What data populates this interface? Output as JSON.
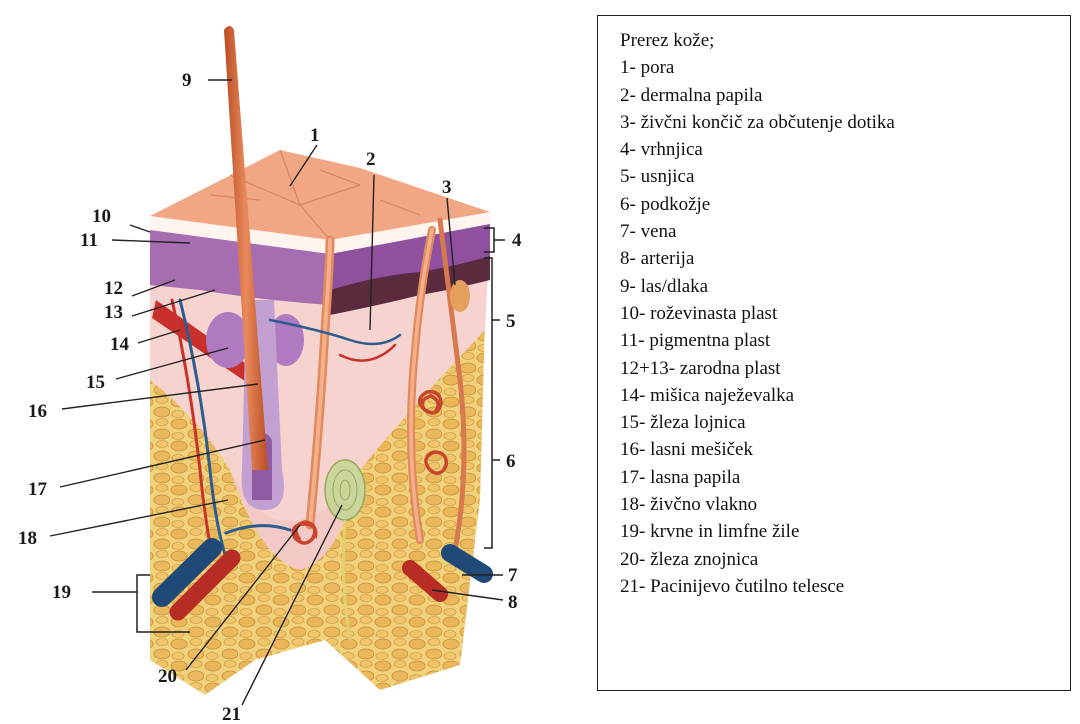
{
  "diagram": {
    "labels": [
      "1",
      "2",
      "3",
      "4",
      "5",
      "6",
      "7",
      "8",
      "9",
      "10",
      "11",
      "12",
      "13",
      "14",
      "15",
      "16",
      "17",
      "18",
      "19",
      "20",
      "21"
    ]
  },
  "legend": {
    "title": "Prerez kože;",
    "items": [
      "1- pora",
      "2- dermalna papila",
      "3- živčni končič za občutenje dotika",
      "4- vrhnjica",
      "5- usnjica",
      "6- podkožje",
      "7- vena",
      "8- arterija",
      "9- las/dlaka",
      "10- roževinasta plast",
      "11- pigmentna plast",
      "12+13- zarodna plast",
      "14- mišica naježevalka",
      "15- žleza lojnica",
      "16- lasni mešiček",
      "17- lasna papila",
      "18- živčno vlakno",
      "19- krvne in limfne žile",
      "20- žleza znojnica",
      "21- Pacinijevo čutilno telesce"
    ]
  },
  "colors": {
    "epidermis_top": "#f2a987",
    "epidermis_purple": "#9b5fa6",
    "dermis": "#f6c9c4",
    "fat": "#e8b75a",
    "hair": "#d4683a",
    "vein": "#2d5d8f",
    "artery": "#c8322b",
    "nerve": "#e0d070"
  }
}
